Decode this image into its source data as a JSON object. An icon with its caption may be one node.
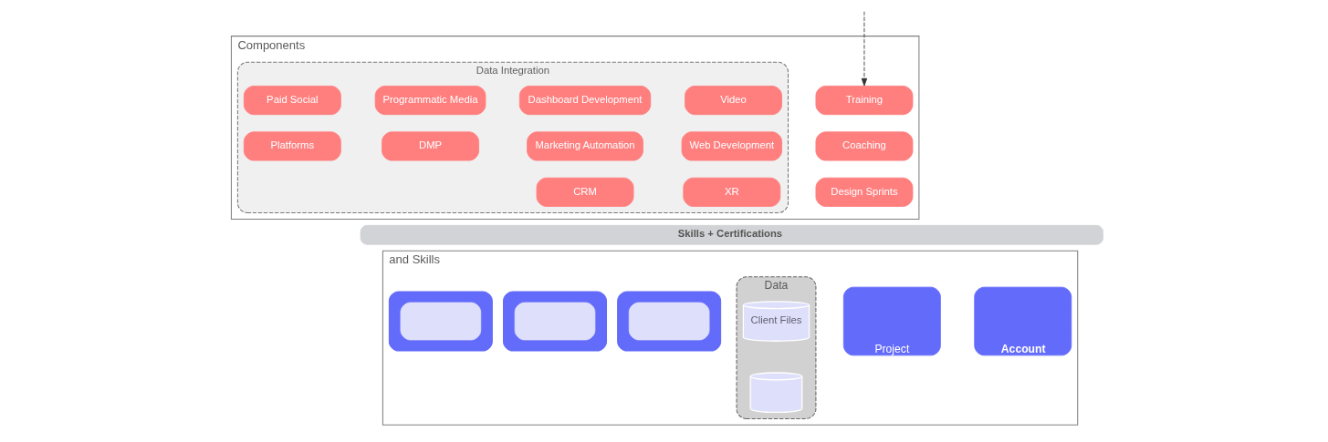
{
  "diagram": {
    "nodes": [
      {
        "text": [
          "Components"
        ]
      },
      {
        "text": [
          "Data Integration"
        ],
        "in": 0
      },
      {
        "text": [
          "Paid Social"
        ],
        "in": 1
      },
      {
        "text": [
          "Programmatic Media"
        ],
        "in": 1
      },
      {
        "text": [
          "Dashboard Development"
        ],
        "in": 1
      },
      {
        "text": [
          "Video"
        ],
        "in": 1
      },
      {
        "text": [
          "Training"
        ],
        "in": 0
      },
      {
        "text": [
          "Platforms"
        ],
        "in": 1
      },
      {
        "text": [
          "DMP"
        ],
        "in": 1
      },
      {
        "text": [
          "Marketing Automation"
        ],
        "in": 1
      },
      {
        "text": [
          "Web Development"
        ],
        "in": 1
      },
      {
        "text": [
          "Coaching"
        ],
        "in": 0
      },
      {
        "text": [
          "CRM"
        ],
        "in": 1
      },
      {
        "text": [
          "XR"
        ],
        "in": 1
      },
      {
        "text": [
          "Design Sprints"
        ],
        "in": 0
      },
      {
        "text": [
          "Skills + Certifications"
        ]
      },
      {
        "text": [
          "and Skills"
        ]
      },
      {
        "text": [],
        "shape": "box",
        "in": 16
      },
      {
        "text": [],
        "shape": "box",
        "in": 17
      },
      {
        "text": [],
        "shape": "box",
        "in": 16
      },
      {
        "text": [],
        "shape": "box",
        "in": 19
      },
      {
        "text": [],
        "shape": "box",
        "in": 16
      },
      {
        "text": [],
        "shape": "box",
        "in": 21
      },
      {
        "text": [
          "Data"
        ],
        "in": 16
      },
      {
        "text": [
          "Client Files"
        ],
        "in": 23
      },
      {
        "text": [],
        "shape": "cylinder",
        "in": 23
      },
      {
        "text": [
          "Project"
        ],
        "in": 16
      },
      {
        "text": [
          "Account"
        ],
        "in": 16
      }
    ],
    "edges": [
      {
        "from": null,
        "to": 6,
        "arrow": "to",
        "style": "dashed"
      }
    ]
  }
}
